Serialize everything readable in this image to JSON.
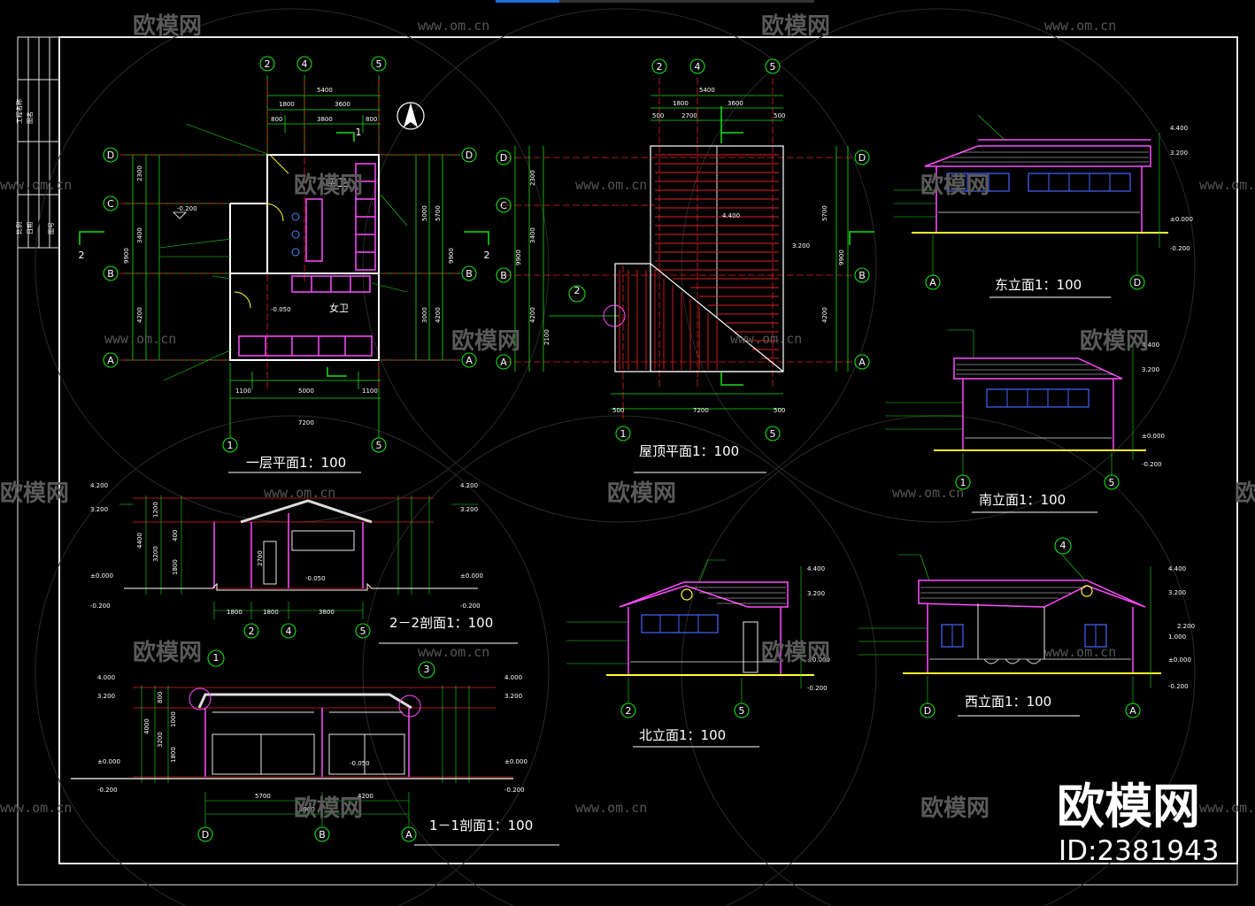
{
  "topbar": {
    "accent": "#1e6fd6"
  },
  "watermark": {
    "brand": "欧模网",
    "url": "www.om.cn"
  },
  "brand_badge": {
    "name": "欧模网",
    "id": "ID:2381943"
  },
  "titles": {
    "plan_1f": "一层平面1：100",
    "roof_plan": "屋顶平面1：100",
    "east_elev": "东立面1：100",
    "south_elev": "南立面1：100",
    "north_elev": "北立面1：100",
    "west_elev": "西立面1：100",
    "section_22": "2－2剖面1：100",
    "section_11": "1－1剖面1：100"
  },
  "plan": {
    "top_axes": [
      "2",
      "4",
      "5"
    ],
    "bottom_axes": [
      "1",
      "5"
    ],
    "side_axes": [
      "D",
      "C",
      "B",
      "A"
    ],
    "dims_top": [
      "5400",
      "1800",
      "3600",
      "800",
      "3800",
      "800"
    ],
    "dims_bottom": [
      "1100",
      "5000",
      "1100",
      "7200"
    ],
    "dims_left": [
      "2300",
      "3400",
      "4200",
      "9900"
    ],
    "dims_right": [
      "5000",
      "5700",
      "3000",
      "4200",
      "9900"
    ],
    "rooms": [
      "男卫",
      "女卫"
    ],
    "levels": [
      "-0.200",
      "-0.050"
    ],
    "section_marks": [
      "1",
      "2",
      "2"
    ]
  },
  "roof": {
    "top_axes": [
      "2",
      "4",
      "5"
    ],
    "bottom_axes": [
      "1",
      "5"
    ],
    "side_axes": [
      "D",
      "C",
      "B",
      "A"
    ],
    "dims_top": [
      "5400",
      "1800",
      "3600",
      "500",
      "2700",
      "500"
    ],
    "dims_bottom": [
      "500",
      "7200",
      "500"
    ],
    "dims_left": [
      "2300",
      "3400",
      "4200",
      "9900",
      "2100"
    ],
    "dims_right": [
      "5700",
      "4200",
      "9900"
    ],
    "levels": [
      "4.400",
      "3.200"
    ],
    "detail_mark": "2"
  },
  "elev_east": {
    "axes": [
      "A",
      "D"
    ],
    "levels": [
      "4.400",
      "3.200",
      "±0.000",
      "-0.200"
    ]
  },
  "elev_south": {
    "axes": [
      "1",
      "5"
    ],
    "levels": [
      "4.400",
      "3.200",
      "±0.000",
      "-0.200"
    ]
  },
  "elev_north": {
    "axes": [
      "2",
      "5"
    ],
    "levels": [
      "4.400",
      "3.200",
      "±0.000",
      "-0.200"
    ]
  },
  "elev_west": {
    "axes": [
      "D",
      "A"
    ],
    "levels": [
      "4.400",
      "3.200",
      "2.200",
      "1.000",
      "±0.000",
      "-0.200"
    ],
    "detail_mark": "4"
  },
  "sec_22": {
    "axes": [
      "2",
      "4",
      "5"
    ],
    "levels": [
      "4.200",
      "3.200",
      "±0.000",
      "-0.200"
    ],
    "dims_bottom": [
      "1800",
      "1800",
      "3800"
    ],
    "dims_vert": [
      "1200",
      "3200",
      "4400",
      "400",
      "1800",
      "2700"
    ],
    "floor_level": "-0.050"
  },
  "sec_11": {
    "axes": [
      "D",
      "B",
      "A"
    ],
    "levels": [
      "4.000",
      "3.200",
      "±0.000",
      "-0.200"
    ],
    "dims_bottom": [
      "5700",
      "4200",
      "9900"
    ],
    "dims_vert": [
      "800",
      "3200",
      "4000",
      "1000",
      "1800"
    ],
    "floor_level": "-0.050",
    "detail_marks": [
      "1",
      "3"
    ]
  },
  "title_block": {
    "rows": [
      "工程名称",
      "图名",
      "比例",
      "日期",
      "图号"
    ]
  }
}
